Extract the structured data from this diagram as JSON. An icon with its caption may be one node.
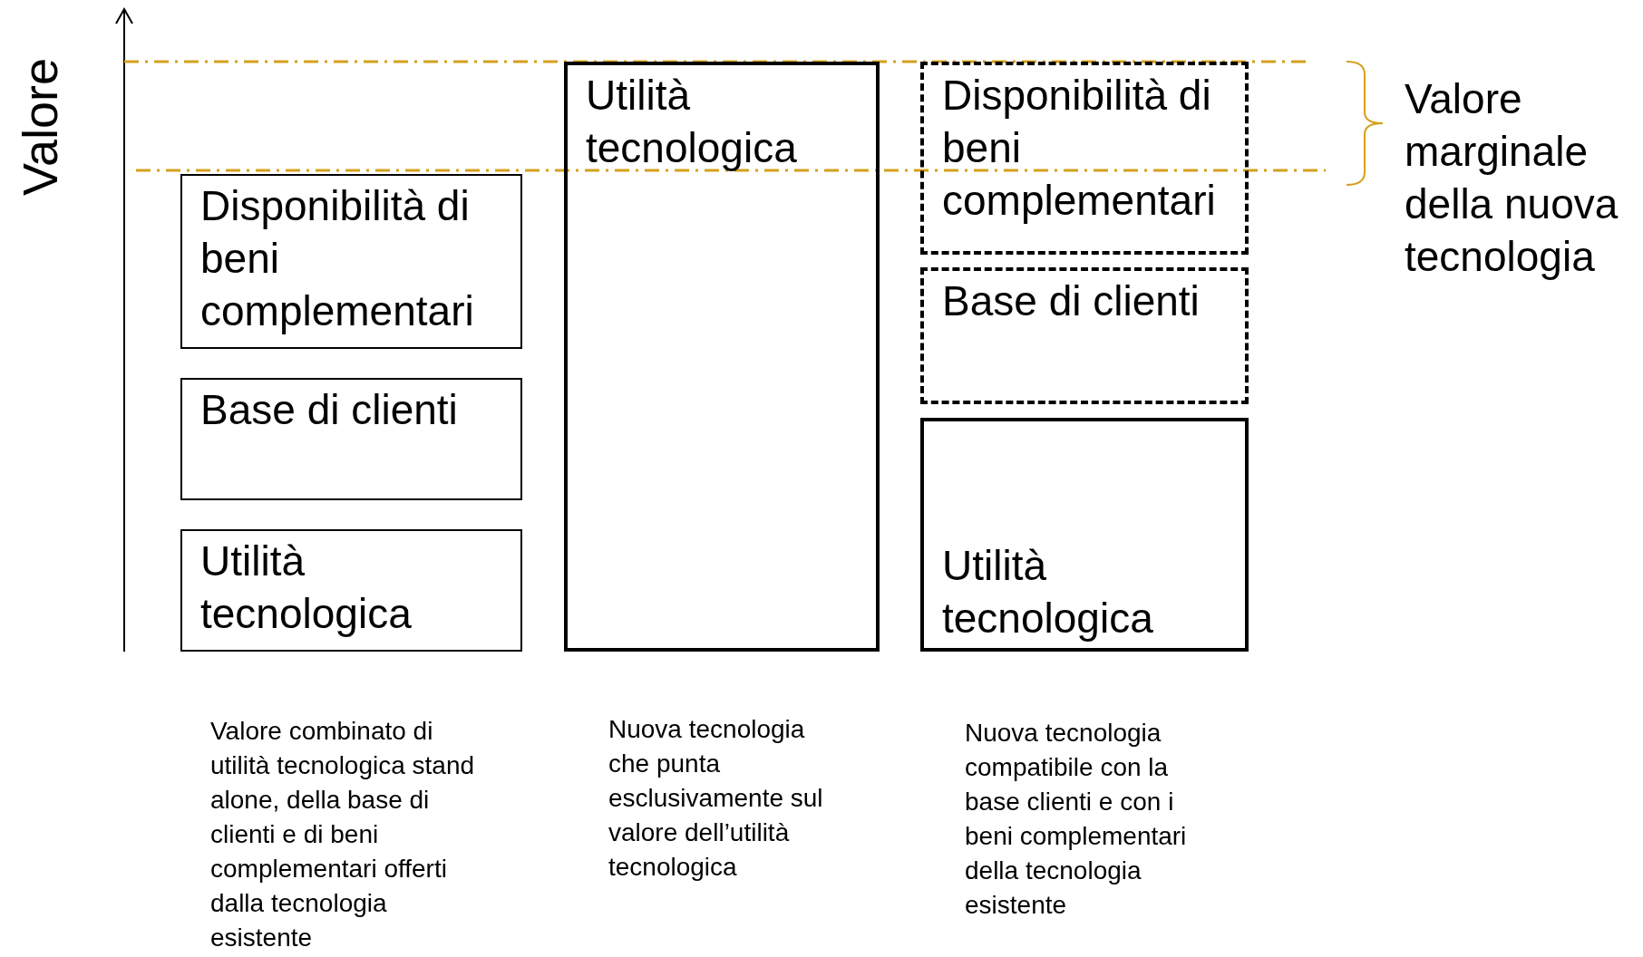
{
  "diagram": {
    "nodes": [
      {
        "text": [
          "Disponibilità di beni complementari"
        ]
      },
      {
        "text": [
          "Base di clienti"
        ]
      },
      {
        "text": [
          "Utilità tecnologica"
        ]
      },
      {
        "text": [
          "Utilità tecnologica"
        ]
      },
      {
        "text": [
          "Disponibilità di beni complementari"
        ]
      },
      {
        "text": [
          "Base di clienti"
        ]
      },
      {
        "text": [
          "Utilità tecnologica"
        ]
      }
    ],
    "labels": [
      "Valore",
      "Valore marginale della nuova tecnologia",
      "Valore combinato di utilità tecnologica stand alone, della base di clienti e di beni complementari offerti dalla tecnologia esistente",
      "Nuova tecnologia che punta esclusivamente sul valore dell’utilità tecnologica",
      "Nuova tecnologia compatibile con la base clienti e con i beni complementari della tecnologia esistente"
    ]
  }
}
